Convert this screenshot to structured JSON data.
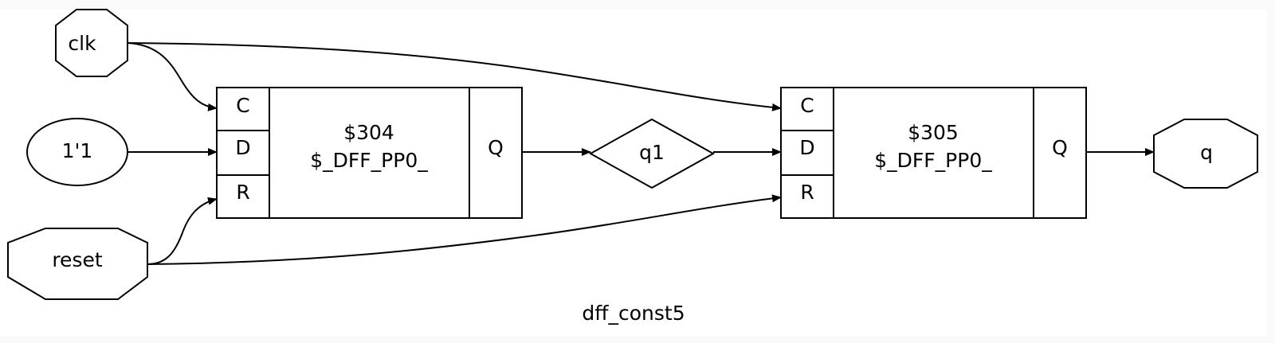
{
  "diagram": {
    "title": "dff_const5",
    "inputs": {
      "clk": "clk",
      "const": "1'1",
      "reset": "reset"
    },
    "outputs": {
      "q": "q"
    },
    "dff1": {
      "id": "$304",
      "type": "$_DFF_PP0_",
      "ports": {
        "c": "C",
        "d": "D",
        "r": "R",
        "q": "Q"
      }
    },
    "dff2": {
      "id": "$305",
      "type": "$_DFF_PP0_",
      "ports": {
        "c": "C",
        "d": "D",
        "r": "R",
        "q": "Q"
      }
    },
    "wire": {
      "q1": "q1"
    }
  }
}
